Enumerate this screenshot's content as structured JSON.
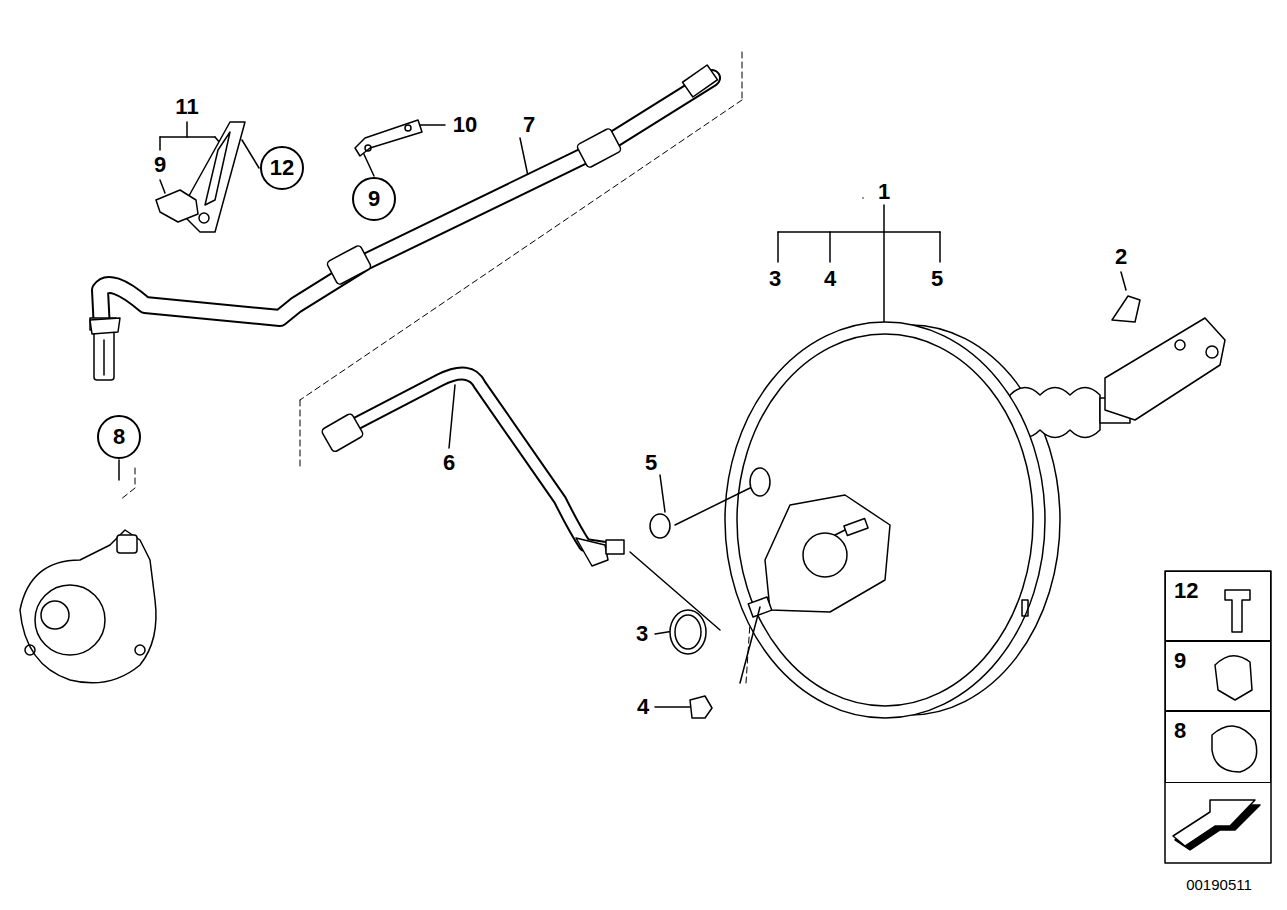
{
  "diagram": {
    "nodes": [
      {
        "text": [
          "12"
        ]
      },
      {
        "text": [
          "9"
        ]
      },
      {
        "text": [
          "8"
        ]
      },
      {
        "text": [
          "12"
        ]
      },
      {
        "text": [
          "9"
        ]
      },
      {
        "text": [
          "8"
        ]
      }
    ],
    "labels": [
      "11",
      "9",
      "10",
      "7",
      "1",
      "3",
      "4",
      "5",
      "2",
      "6",
      "5",
      "3",
      "4",
      "00190511"
    ]
  }
}
